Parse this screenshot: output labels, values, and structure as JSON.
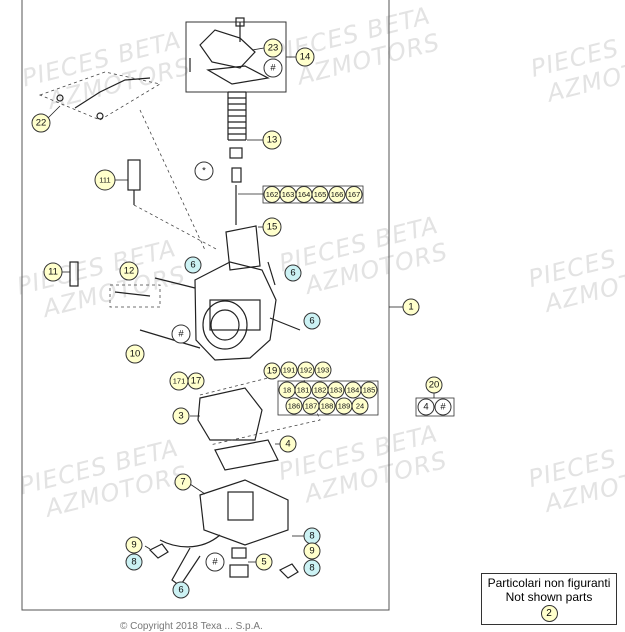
{
  "watermark": {
    "line1": "PIECES BETA",
    "line2": "AZMOTORS"
  },
  "labels": {
    "l1": "1",
    "l2": "2",
    "l3": "3",
    "l4": "4",
    "l5": "5",
    "l6": "6",
    "l7": "7",
    "l8": "8",
    "l9": "9",
    "l10": "10",
    "l11": "11",
    "l12": "12",
    "l13": "13",
    "l14": "14",
    "l15": "15",
    "l17": "17",
    "l18": "18",
    "l19": "19",
    "l20": "20",
    "l22": "22",
    "l23": "23",
    "l24": "24",
    "l111": "111",
    "l162": "162",
    "l163": "163",
    "l164": "164",
    "l165": "165",
    "l166": "166",
    "l167": "167",
    "l171": "171",
    "l181": "181",
    "l182": "182",
    "l183": "183",
    "l184": "184",
    "l185": "185",
    "l186": "186",
    "l187": "187",
    "l188": "188",
    "l189": "189",
    "l191": "191",
    "l192": "192",
    "l193": "193",
    "hash": "#",
    "star": "*"
  },
  "note": {
    "line1": "Particolari non figuranti",
    "line2": "Not shown parts",
    "part": "2"
  },
  "copyright": "© Copyright 2018 Texa ... S.p.A."
}
